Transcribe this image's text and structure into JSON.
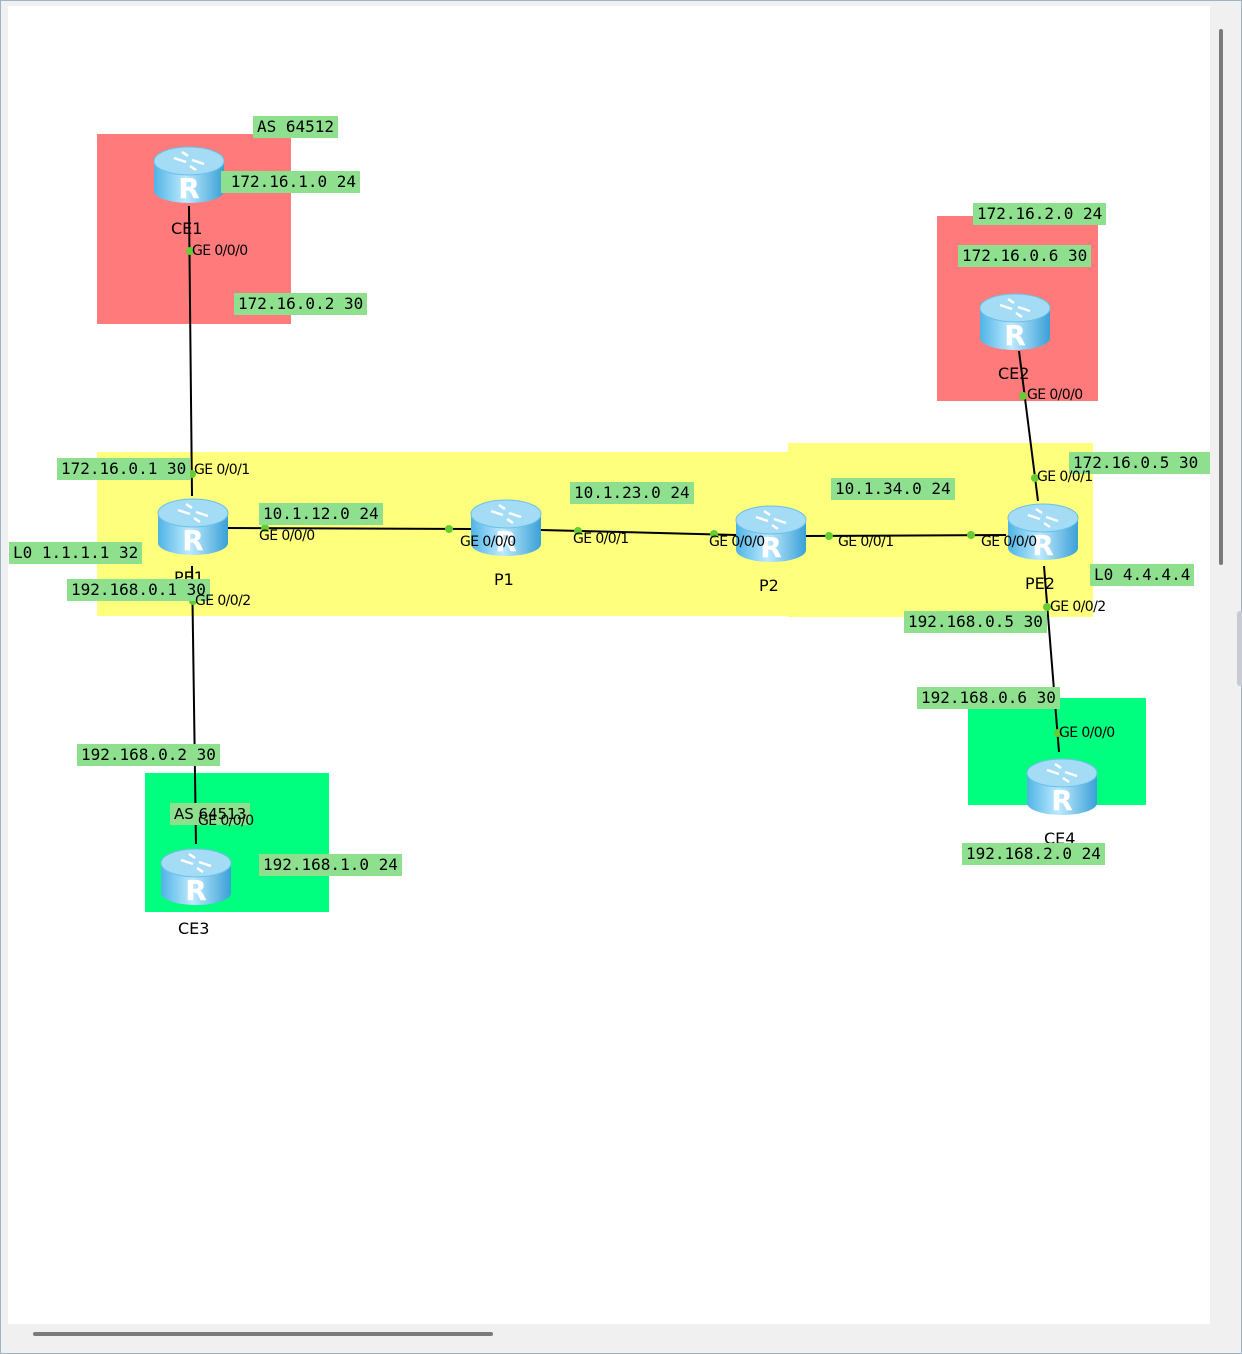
{
  "topology": {
    "zones": [
      {
        "name": "as-64512-zone",
        "color": "#ff7b7b"
      },
      {
        "name": "ce2-zone",
        "color": "#ff7b7b"
      },
      {
        "name": "provider-zone",
        "color": "#ffff7e"
      },
      {
        "name": "as-64513-zone",
        "color": "#00ff7f"
      },
      {
        "name": "ce4-zone",
        "color": "#00ff7f"
      }
    ],
    "devices": {
      "ce1": {
        "label": "CE1",
        "icon": "router-icon"
      },
      "ce2": {
        "label": "CE2",
        "icon": "router-icon"
      },
      "ce3": {
        "label": "CE3",
        "icon": "router-icon"
      },
      "ce4": {
        "label": "CE4",
        "icon": "router-icon"
      },
      "pe1": {
        "label": "PE1",
        "icon": "router-icon"
      },
      "pe2": {
        "label": "PE2",
        "icon": "router-icon"
      },
      "p1": {
        "label": "P1",
        "icon": "router-icon"
      },
      "p2": {
        "label": "P2",
        "icon": "router-icon"
      }
    },
    "ports": {
      "ce1_ge000": "GE 0/0/0",
      "pe1_ge001": "GE 0/0/1",
      "pe1_ge000": "GE 0/0/0",
      "pe1_ge002": "GE 0/0/2",
      "p1_ge000": "GE 0/0/0",
      "p1_ge001": "GE 0/0/1",
      "p2_ge000": "GE 0/0/0",
      "p2_ge001": "GE 0/0/1",
      "pe2_ge000": "GE 0/0/0",
      "pe2_ge001": "GE 0/0/1",
      "pe2_ge002": "GE 0/0/2",
      "ce2_ge000": "GE 0/0/0",
      "ce3_ge000": "GE 0/0/0",
      "ce4_ge000": "GE 0/0/0"
    },
    "notes": {
      "as_64512": "AS 64512",
      "ce1_lan": "172.16.1.0 24",
      "ce1_wan": "172.16.0.2 30",
      "pe1_to_ce1": "172.16.0.1 30",
      "pe1_loopback": "L0 1.1.1.1 32",
      "pe1_to_ce3": "192.168.0.1 30",
      "net_pe1_p1": "10.1.12.0 24",
      "net_p1_p2": "10.1.23.0 24",
      "net_p2_pe2": "10.1.34.0 24",
      "ce2_lan": "172.16.2.0 24",
      "ce2_wan": "172.16.0.6 30",
      "pe2_to_ce2": "172.16.0.5 30",
      "pe2_loopback": "L0 4.4.4.4",
      "pe2_to_ce4": "192.168.0.5 30",
      "ce4_wan": "192.168.0.6 30",
      "ce4_lan": "192.168.2.0 24",
      "ce3_wan": "192.168.0.2 30",
      "as_64513": "AS 64513",
      "ce3_lan": "192.168.1.0 24"
    },
    "link_color": "#000000",
    "port_dot_color": "#66cc33"
  }
}
